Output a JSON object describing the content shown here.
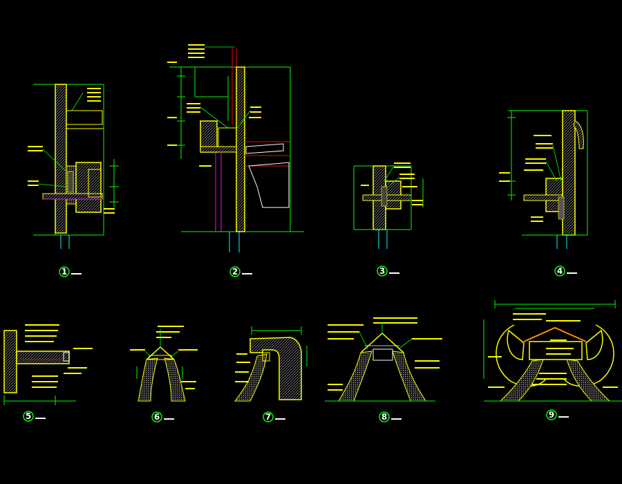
{
  "drawing": {
    "colors": {
      "background": "#000000",
      "wall_outline": "#ffff00",
      "hatch": "#c8c8c8",
      "dimension": "#00ff00",
      "annotation_text": "#ffff00",
      "grid_line": "#00ffff",
      "pipe_red": "#ff0000",
      "pipe_magenta": "#ff00ff",
      "label_circle": "#00ff00",
      "label_text": "#ffffff"
    },
    "details": [
      {
        "number": "1"
      },
      {
        "number": "2"
      },
      {
        "number": "3"
      },
      {
        "number": "4"
      },
      {
        "number": "5"
      },
      {
        "number": "6"
      },
      {
        "number": "7"
      },
      {
        "number": "8"
      },
      {
        "number": "9"
      }
    ]
  }
}
